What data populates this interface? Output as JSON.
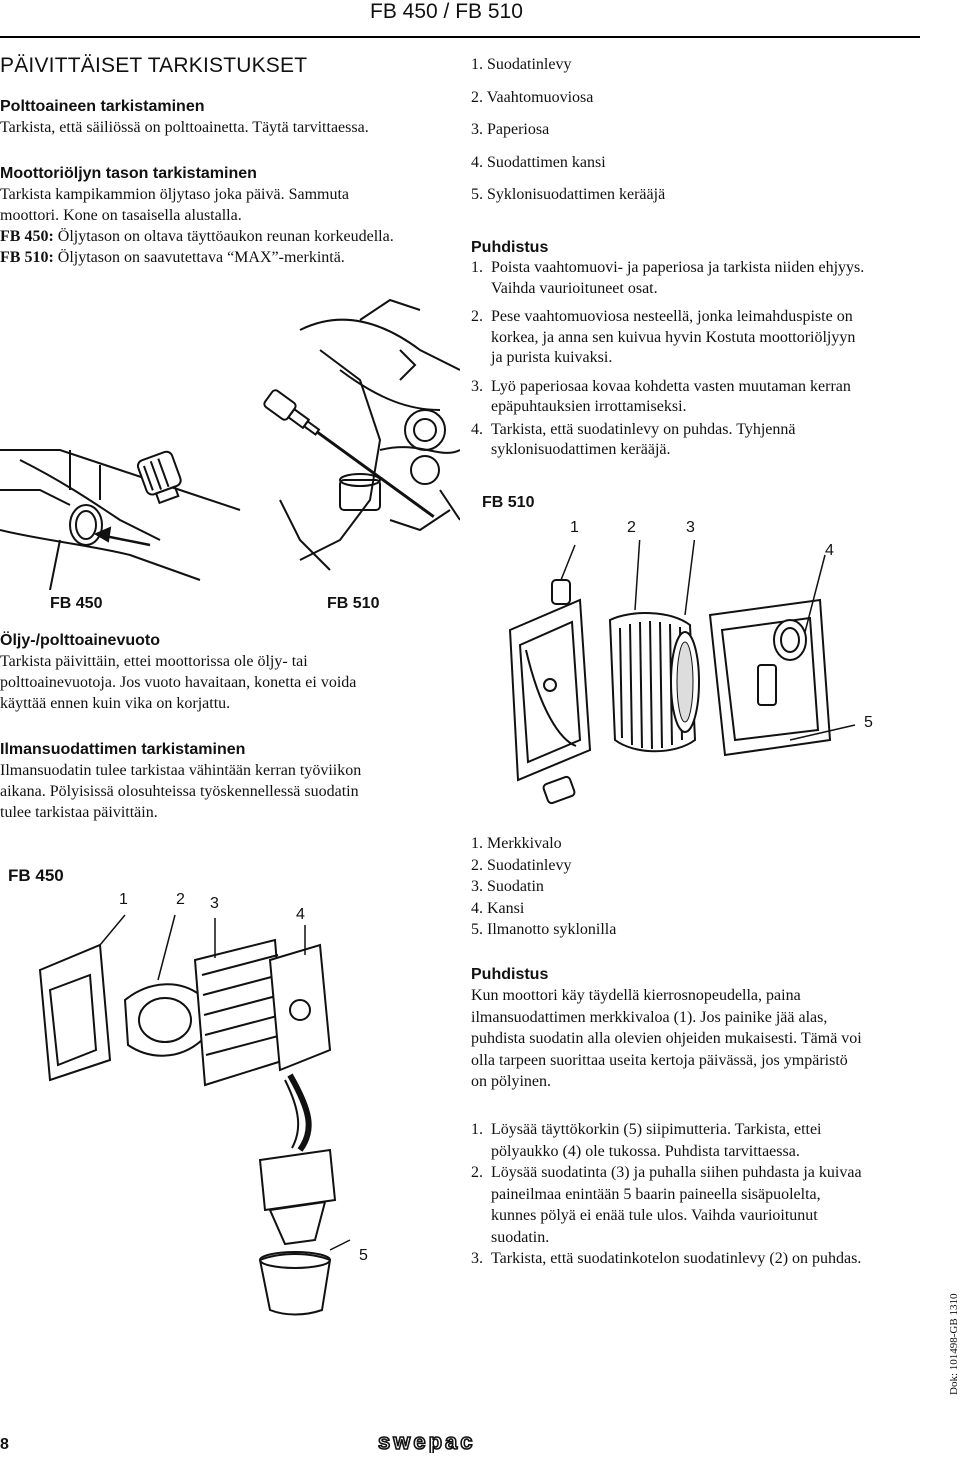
{
  "header": {
    "model_title": "FB 450 / FB 510"
  },
  "left": {
    "page_title": "PÄIVITTÄISET TARKISTUKSET",
    "fuel_heading": "Polttoaineen tarkistaminen",
    "fuel_text": "Tarkista, että säiliössä on polttoainetta. Täytä tarvittaessa.",
    "oil_heading": "Moottoriöljyn tason tarkistaminen",
    "oil_line1": "Tarkista kampikammion öljytaso joka päivä. Sammuta",
    "oil_line2": "moottori. Kone on tasaisella alustalla.",
    "oil_fb450_model": "FB 450:",
    "oil_fb450_text": " Öljytason on oltava täyttöaukon reunan korkeudella.",
    "oil_fb510_model": "FB 510:",
    "oil_fb510_text": " Öljytason on saavutettava “MAX”-merkintä.",
    "fig_label_fb450": "FB 450",
    "fig_label_fb510": "FB 510",
    "leak_heading": "Öljy-/polttoainevuoto",
    "leak_line1": "Tarkista päivittäin, ettei moottorissa ole öljy- tai",
    "leak_line2": "polttoainevuotoja. Jos vuoto havaitaan, konetta ei voida",
    "leak_line3": "käyttää ennen kuin vika on korjattu.",
    "air_heading": "Ilmansuodattimen tarkistaminen",
    "air_line1": "Ilmansuodatin tulee tarkistaa vähintään kerran työviikon",
    "air_line2": "aikana. Pölyisissä olosuhteissa työskennellessä suodatin",
    "air_line3": "tulee tarkistaa päivittäin.",
    "fb450_filter_label": "FB 450",
    "fb450_callouts": [
      "1",
      "2",
      "3",
      "4",
      "5"
    ]
  },
  "right": {
    "fb450_parts": [
      "1. Suodatinlevy",
      "2. Vaahtomuoviosa",
      "3. Paperiosa",
      "4. Suodattimen kansi",
      "5. Syklonisuodattimen kerääjä"
    ],
    "cleaning_heading": "Puhdistus",
    "cleaning_steps": [
      {
        "n": "1.",
        "lines": [
          "Poista vaahtomuovi- ja paperiosa ja tarkista niiden ehjyys.",
          "Vaihda vaurioituneet osat."
        ]
      },
      {
        "n": "2.",
        "lines": [
          "Pese vaahtomuoviosa nesteellä, jonka leimahduspiste on",
          "korkea, ja anna sen kuivua hyvin Kostuta moottoriöljyyn",
          "ja purista kuivaksi."
        ]
      },
      {
        "n": "3.",
        "lines": [
          "Lyö paperiosaa kovaa kohdetta vasten muutaman kerran",
          "epäpuhtauksien irrottamiseksi."
        ]
      },
      {
        "n": "4.",
        "lines": [
          "Tarkista, että suodatinlevy on puhdas. Tyhjennä",
          "syklonisuodattimen kerääjä."
        ]
      }
    ],
    "fb510_label": "FB 510",
    "fb510_callouts": [
      "1",
      "2",
      "3",
      "4",
      "5"
    ],
    "fb510_parts": [
      "1. Merkkivalo",
      "2. Suodatinlevy",
      "3. Suodatin",
      "4. Kansi",
      "5. Ilmanotto syklonilla"
    ],
    "cleaning2_heading": "Puhdistus",
    "cleaning2_lines": [
      "Kun moottori käy täydellä kierrosnopeudella, paina",
      "ilmansuodattimen merkkivaloa (1). Jos painike jää alas,",
      "puhdista suodatin alla olevien ohjeiden mukaisesti. Tämä voi",
      "olla tarpeen suorittaa useita kertoja päivässä, jos ympäristö",
      "on pölyinen."
    ],
    "cleaning2_steps": [
      {
        "n": "1.",
        "lines": [
          "Löysää täyttökorkin (5) siipimutteria. Tarkista, ettei",
          "pölyaukko (4) ole tukossa. Puhdista tarvittaessa."
        ]
      },
      {
        "n": "2.",
        "lines": [
          "Löysää suodatinta (3) ja puhalla siihen puhdasta ja kuivaa",
          "paineilmaa enintään 5 baarin paineella sisäpuolelta,",
          "kunnes pölyä ei enää tule ulos. Vaihda vaurioitunut",
          "suodatin."
        ]
      },
      {
        "n": "3.",
        "lines": [
          "Tarkista, että suodatinkotelon suodatinlevy (2) on puhdas."
        ]
      }
    ]
  },
  "footer": {
    "page_number": "8",
    "brand": "swepac",
    "doc_code": "Dok: 101498-GB 1310"
  }
}
